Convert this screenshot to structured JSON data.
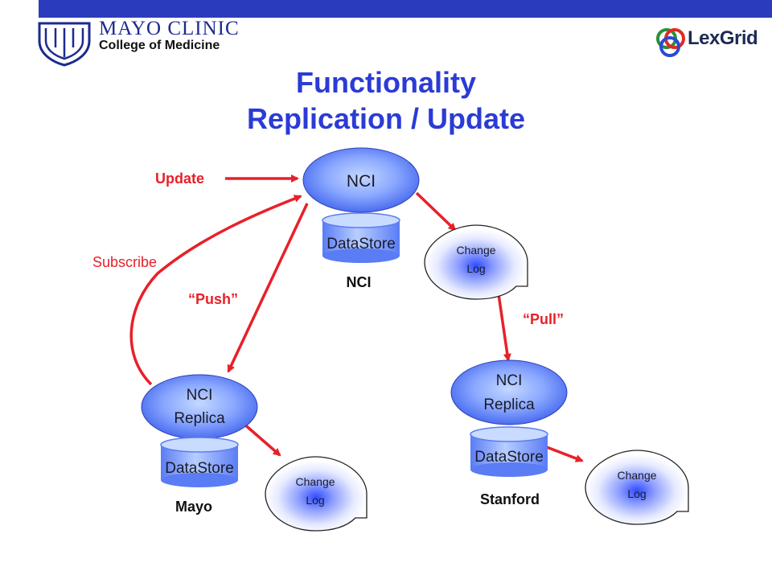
{
  "header": {
    "org_name": "MAYO CLINIC",
    "org_sub": "College of Medicine",
    "brand": "LexGrid"
  },
  "title": {
    "line1": "Functionality",
    "line2": "Replication / Update"
  },
  "labels": {
    "update": "Update",
    "subscribe": "Subscribe",
    "push": "“Push”",
    "pull": "“Pull”"
  },
  "nodes": {
    "nci": {
      "name": "NCI",
      "datastore": "DataStore",
      "site": "NCI"
    },
    "mayo": {
      "name_line1": "NCI",
      "name_line2": "Replica",
      "datastore": "DataStore",
      "site": "Mayo"
    },
    "stanford": {
      "name_line1": "NCI",
      "name_line2": "Replica",
      "datastore": "DataStore",
      "site": "Stanford"
    }
  },
  "change_logs": {
    "top": {
      "line1": "Change",
      "line2": "Log"
    },
    "mayo": {
      "line1": "Change",
      "line2": "Log"
    },
    "stanford": {
      "line1": "Change",
      "line2": "Log"
    }
  },
  "colors": {
    "title": "#2b3bd6",
    "arrow": "#e8202a",
    "node_blue": "#4a6cf0",
    "node_light": "#a9c6ff",
    "bar": "#2b3bbd"
  }
}
